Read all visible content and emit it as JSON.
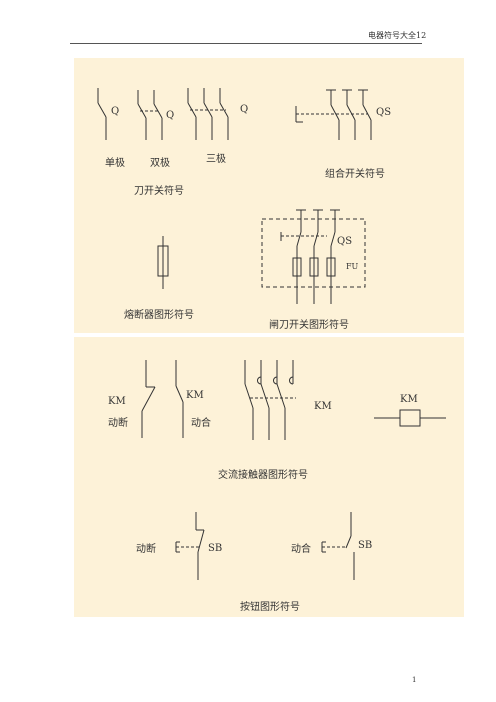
{
  "header": {
    "title": "电器符号大全12"
  },
  "knife_switch": {
    "q1": "Q",
    "q2": "Q",
    "q3": "Q",
    "single_pole": "单极",
    "double_pole": "双极",
    "triple_pole": "三极",
    "caption": "刀开关符号"
  },
  "combo_switch": {
    "qs": "QS",
    "caption": "组合开关符号"
  },
  "fuse": {
    "caption": "熔断器图形符号"
  },
  "fuse_switch": {
    "qs": "QS",
    "fu": "FU",
    "caption": "闸刀开关图形符号"
  },
  "contactor": {
    "km_nc": "KM",
    "nc_label": "动断",
    "km_no": "KM",
    "no_label": "动合",
    "km_main": "KM",
    "km_coil": "KM",
    "caption": "交流接触器图形符号"
  },
  "button": {
    "nc_label": "动断",
    "sb_nc": "SB",
    "no_label": "动合",
    "sb_no": "SB",
    "caption": "按钮图形符号"
  },
  "page": {
    "number": "1"
  }
}
